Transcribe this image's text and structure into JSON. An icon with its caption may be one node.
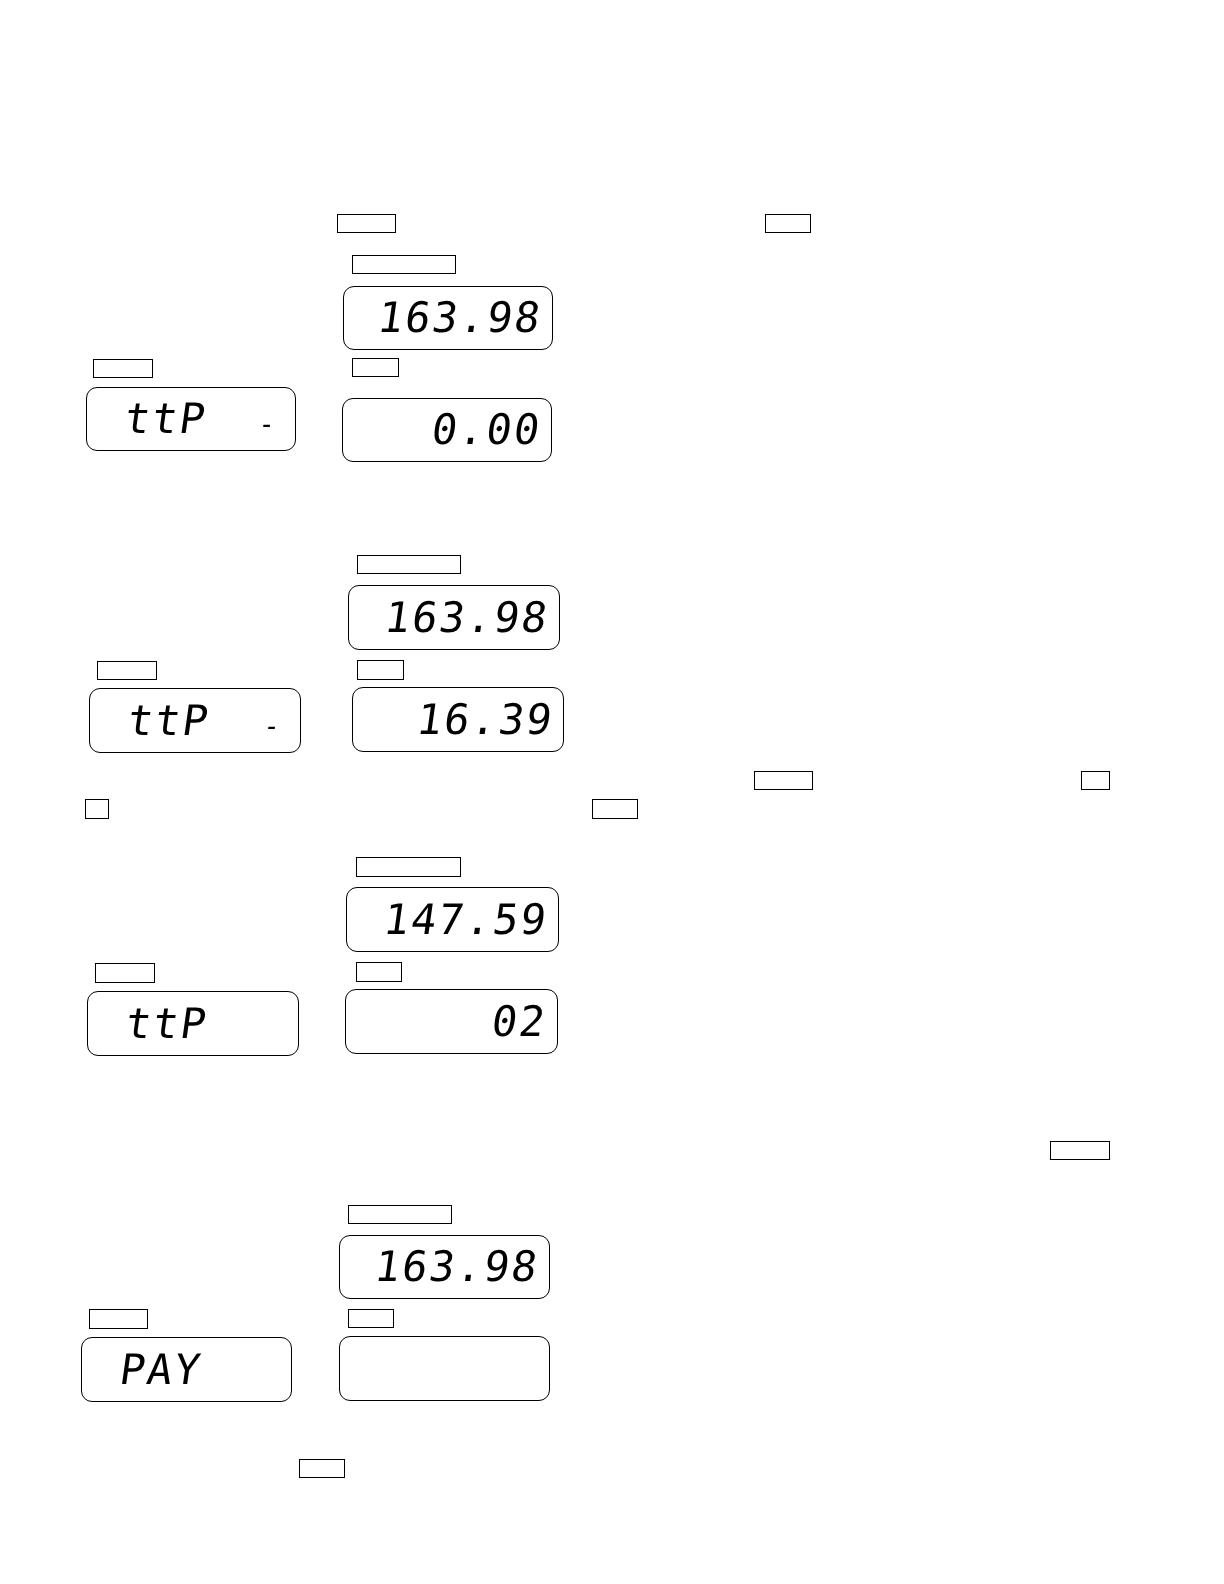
{
  "diagram": {
    "nodes": [
      {
        "text": [],
        "shape": "box"
      },
      {
        "text": [],
        "shape": "box"
      },
      {
        "text": [],
        "shape": "box"
      },
      {
        "text": [
          "163.98"
        ]
      },
      {
        "text": [],
        "shape": "box"
      },
      {
        "text": [],
        "shape": "box"
      },
      {
        "text": [
          "ttP",
          "-"
        ]
      },
      {
        "text": [
          "0.00"
        ]
      },
      {
        "text": [],
        "shape": "box"
      },
      {
        "text": [
          "163.98"
        ]
      },
      {
        "text": [],
        "shape": "box"
      },
      {
        "text": [],
        "shape": "box"
      },
      {
        "text": [
          "ttP",
          "-"
        ]
      },
      {
        "text": [
          "16.39"
        ]
      },
      {
        "text": [],
        "shape": "box"
      },
      {
        "text": [],
        "shape": "box"
      },
      {
        "text": [],
        "shape": "box"
      },
      {
        "text": [],
        "shape": "box"
      },
      {
        "text": [],
        "shape": "box"
      },
      {
        "text": [
          "147.59"
        ]
      },
      {
        "text": [],
        "shape": "box"
      },
      {
        "text": [],
        "shape": "box"
      },
      {
        "text": [
          "ttP"
        ]
      },
      {
        "text": [
          "02"
        ]
      },
      {
        "text": [],
        "shape": "box"
      },
      {
        "text": [],
        "shape": "box"
      },
      {
        "text": [
          "163.98"
        ]
      },
      {
        "text": [],
        "shape": "box"
      },
      {
        "text": [],
        "shape": "box"
      },
      {
        "text": [
          "PAY"
        ]
      },
      {
        "text": [],
        "shape": "box"
      },
      {
        "text": [],
        "shape": "box"
      }
    ]
  }
}
